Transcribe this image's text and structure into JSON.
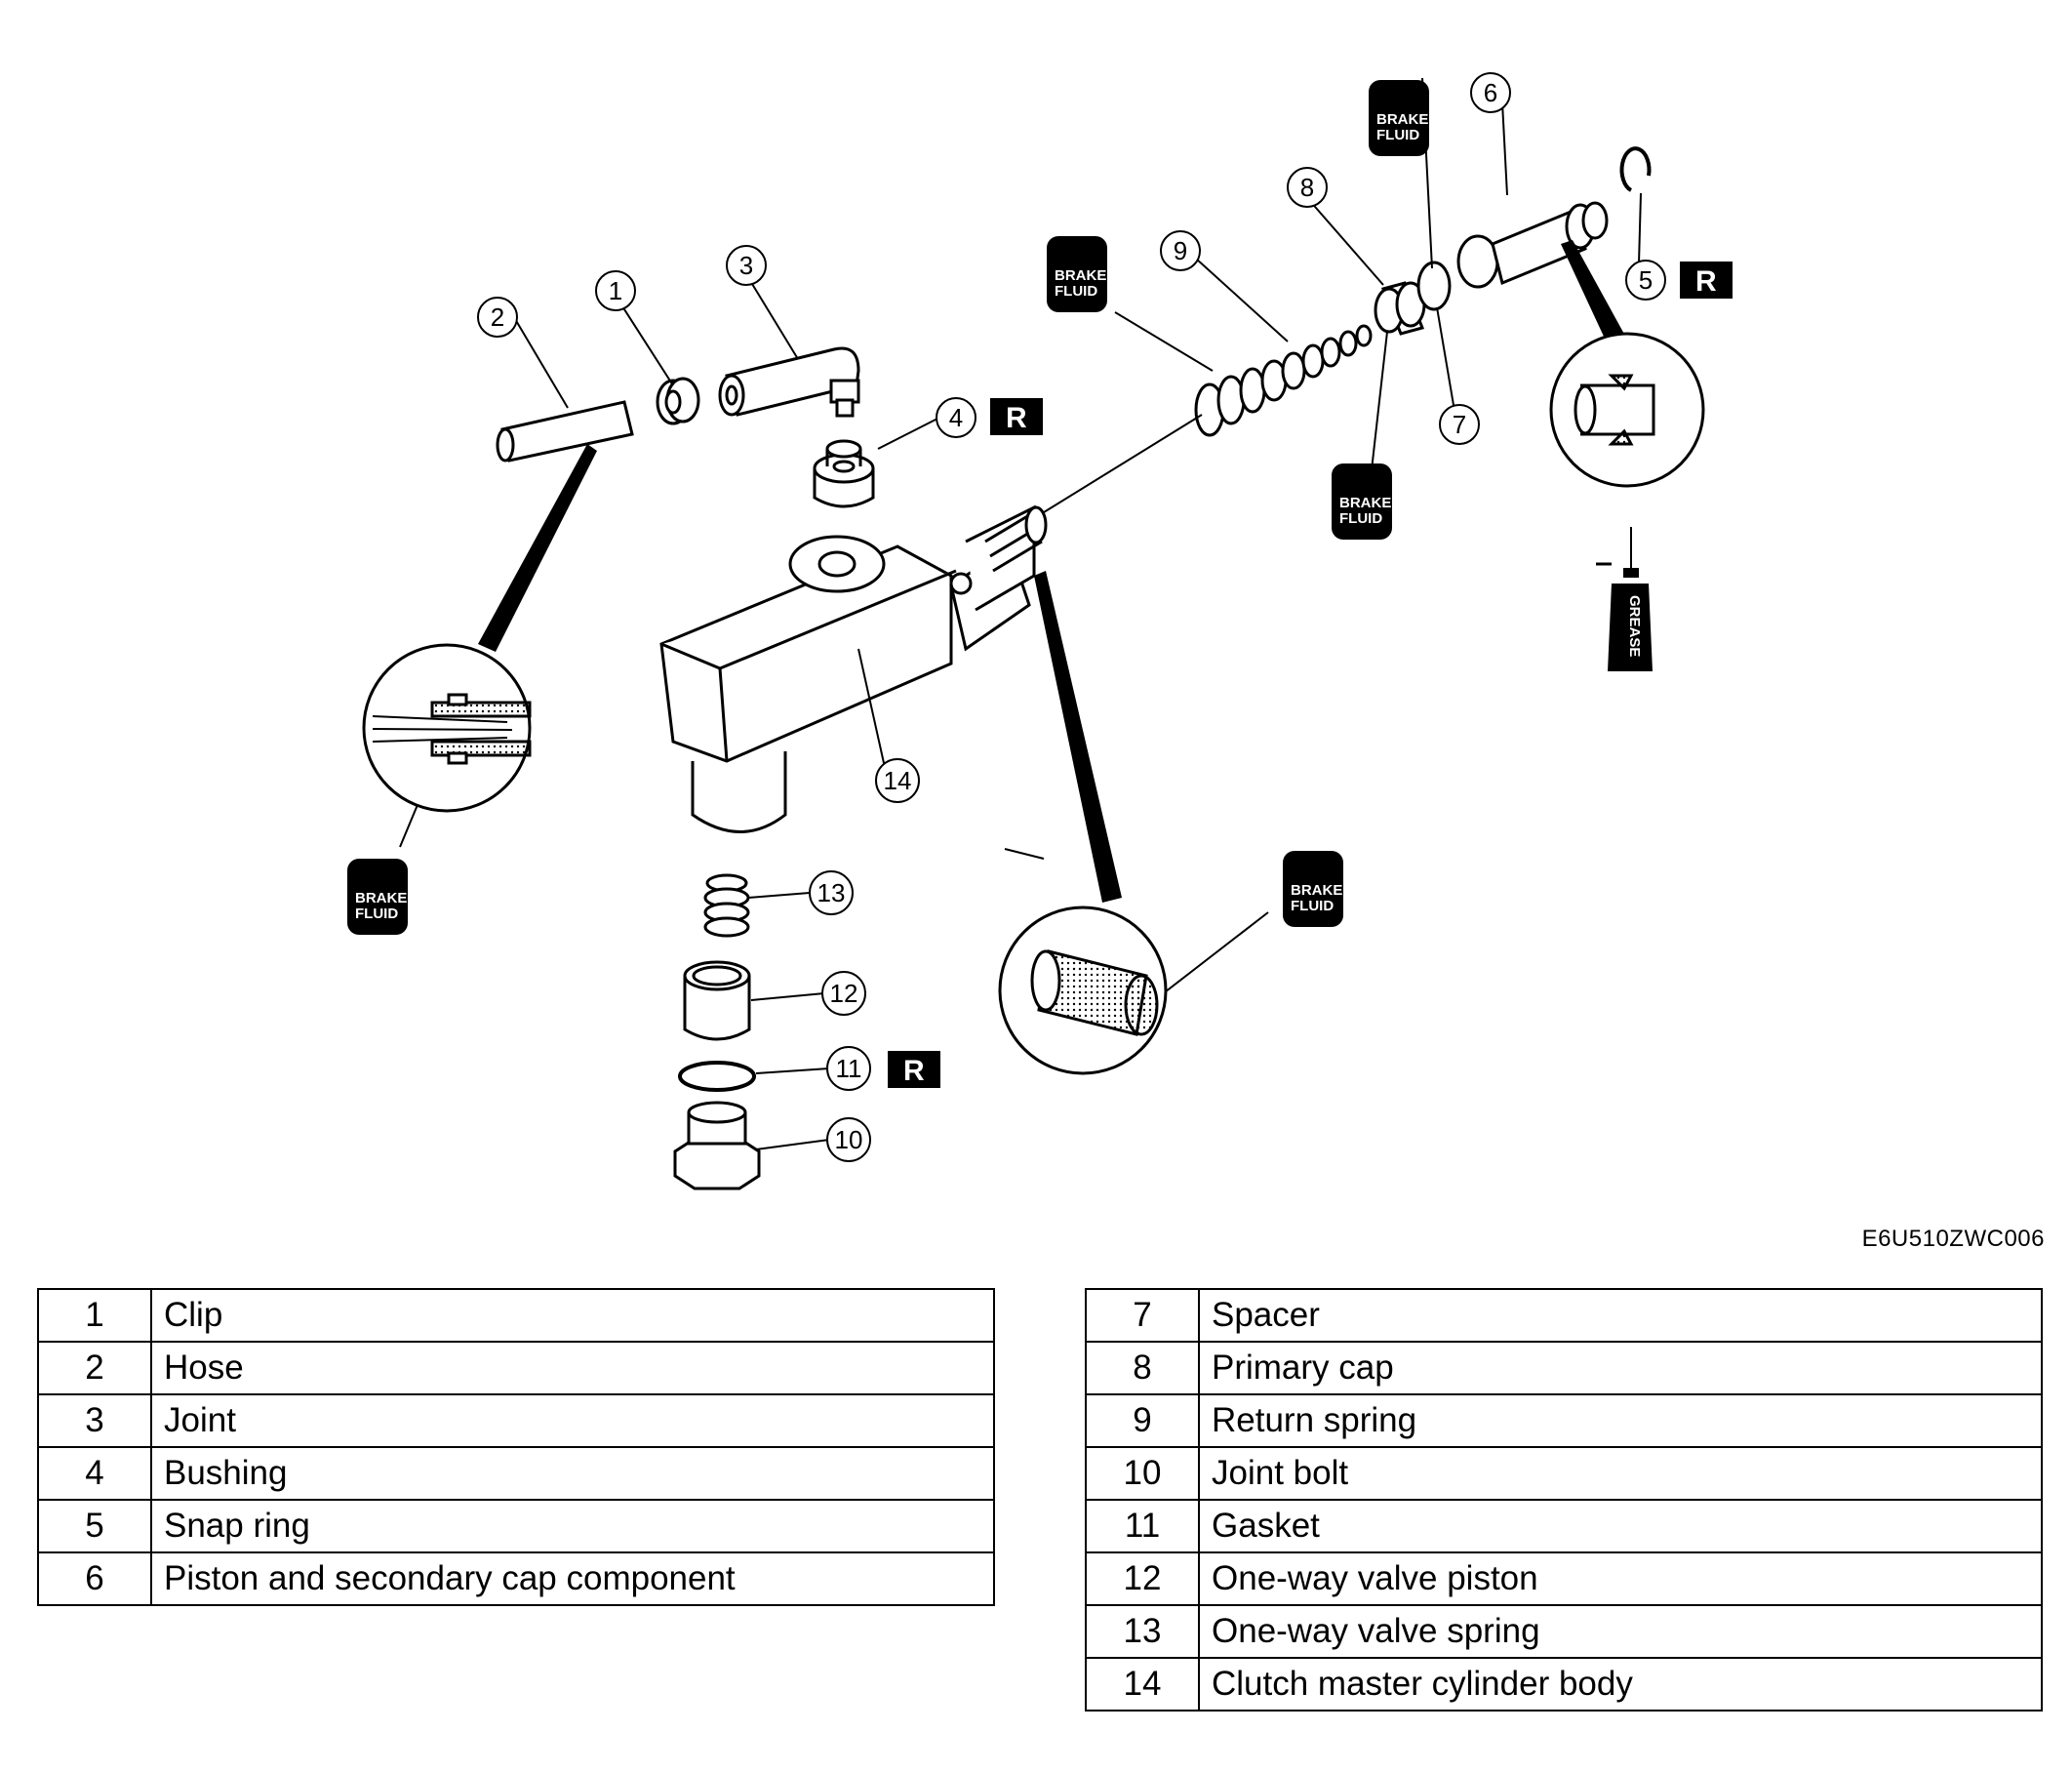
{
  "diagram": {
    "callouts": [
      "1",
      "2",
      "3",
      "4",
      "5",
      "6",
      "7",
      "8",
      "9",
      "10",
      "11",
      "12",
      "13",
      "14"
    ],
    "tag_brake_fluid_line1": "BRAKE",
    "tag_brake_fluid_line2": "FLUID",
    "tag_grease": "GREASE",
    "tag_replace": "R"
  },
  "figure_code": "E6U510ZWC006",
  "legend_left": [
    {
      "num": "1",
      "name": "Clip"
    },
    {
      "num": "2",
      "name": "Hose"
    },
    {
      "num": "3",
      "name": "Joint"
    },
    {
      "num": "4",
      "name": "Bushing"
    },
    {
      "num": "5",
      "name": "Snap ring"
    },
    {
      "num": "6",
      "name": "Piston and secondary cap component"
    }
  ],
  "legend_right": [
    {
      "num": "7",
      "name": "Spacer"
    },
    {
      "num": "8",
      "name": "Primary cap"
    },
    {
      "num": "9",
      "name": "Return spring"
    },
    {
      "num": "10",
      "name": "Joint bolt"
    },
    {
      "num": "11",
      "name": "Gasket"
    },
    {
      "num": "12",
      "name": "One-way valve piston"
    },
    {
      "num": "13",
      "name": "One-way valve spring"
    },
    {
      "num": "14",
      "name": "Clutch master cylinder body"
    }
  ]
}
